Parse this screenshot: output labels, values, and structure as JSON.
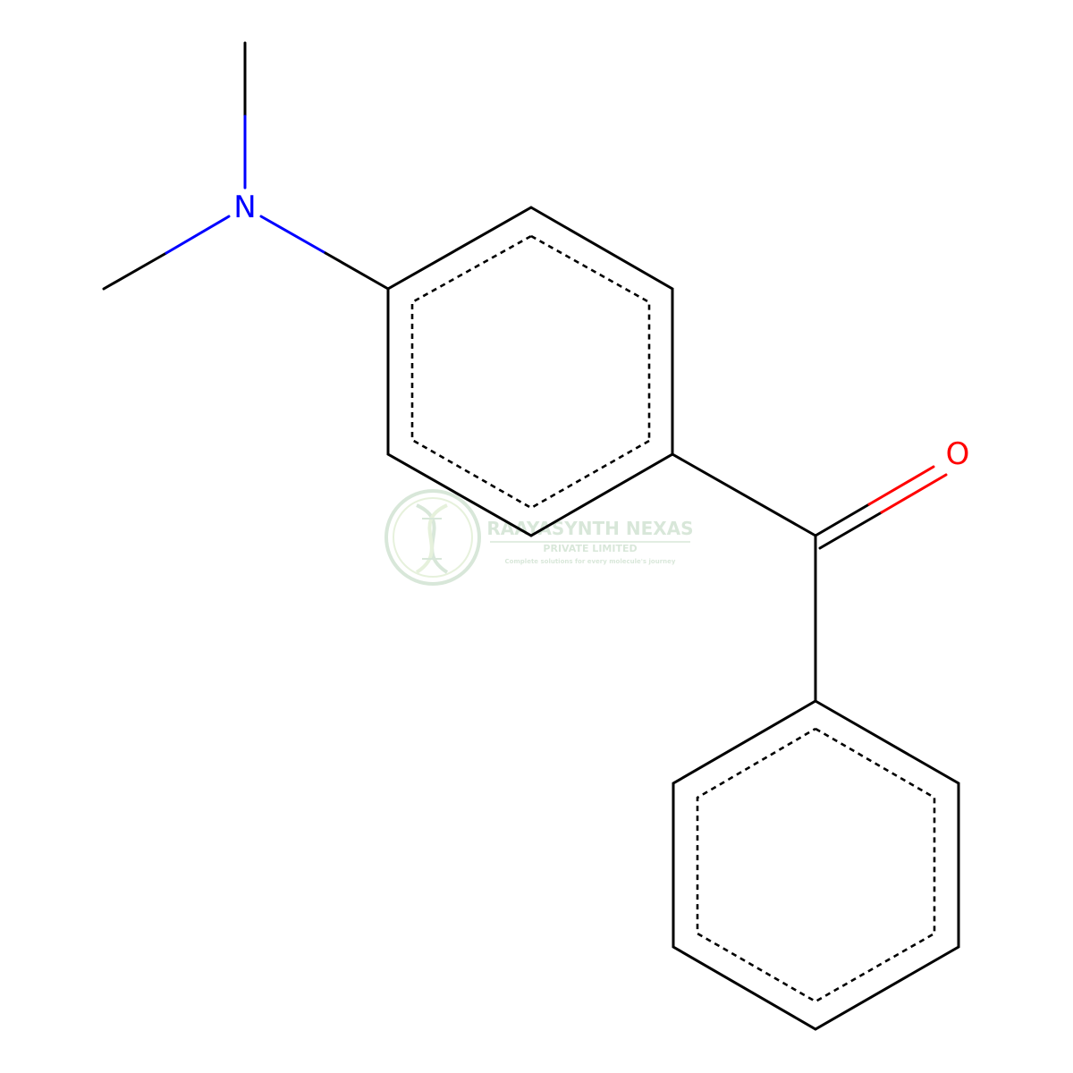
{
  "molecule": {
    "atoms": {
      "nitrogen": {
        "label": "N",
        "color": "#0000ff"
      },
      "oxygen": {
        "label": "O",
        "color": "#ff0000"
      }
    },
    "bond_color": "#000000"
  },
  "watermark": {
    "company_name": "RAAYASYNTH NEXAS",
    "company_type": "PRIVATE LIMITED",
    "tagline": "Complete solutions for every molecule's journey",
    "logo_icon": "dna-helix-icon",
    "color": "#2e7d32"
  }
}
